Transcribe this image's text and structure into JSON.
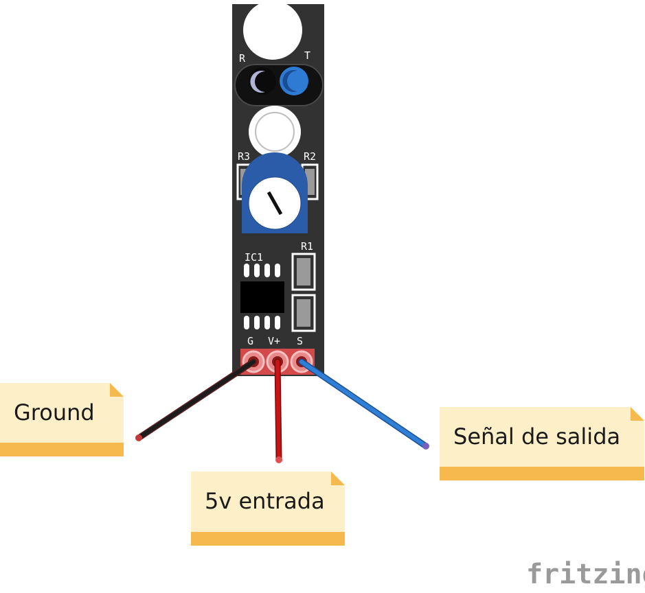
{
  "board": {
    "labels": {
      "r": "R",
      "t": "T",
      "r3": "R3",
      "r2": "R2",
      "r1": "R1",
      "ic1": "IC1",
      "pin_g": "G",
      "pin_v": "V+",
      "pin_s": "S"
    }
  },
  "notes": {
    "ground": "Ground",
    "vin": "5v entrada",
    "signal": "Señal de salida"
  },
  "wires": {
    "ground_color": "#1c1c1c",
    "vin_color": "#c81414",
    "signal_color": "#2f7fd6"
  },
  "colors": {
    "pcb": "#323232",
    "note": "#fdefc8",
    "note_band": "#f6b94e",
    "pot": "#2a5caa",
    "pin_pad": "#e06a6a"
  },
  "logo": "fritzing"
}
